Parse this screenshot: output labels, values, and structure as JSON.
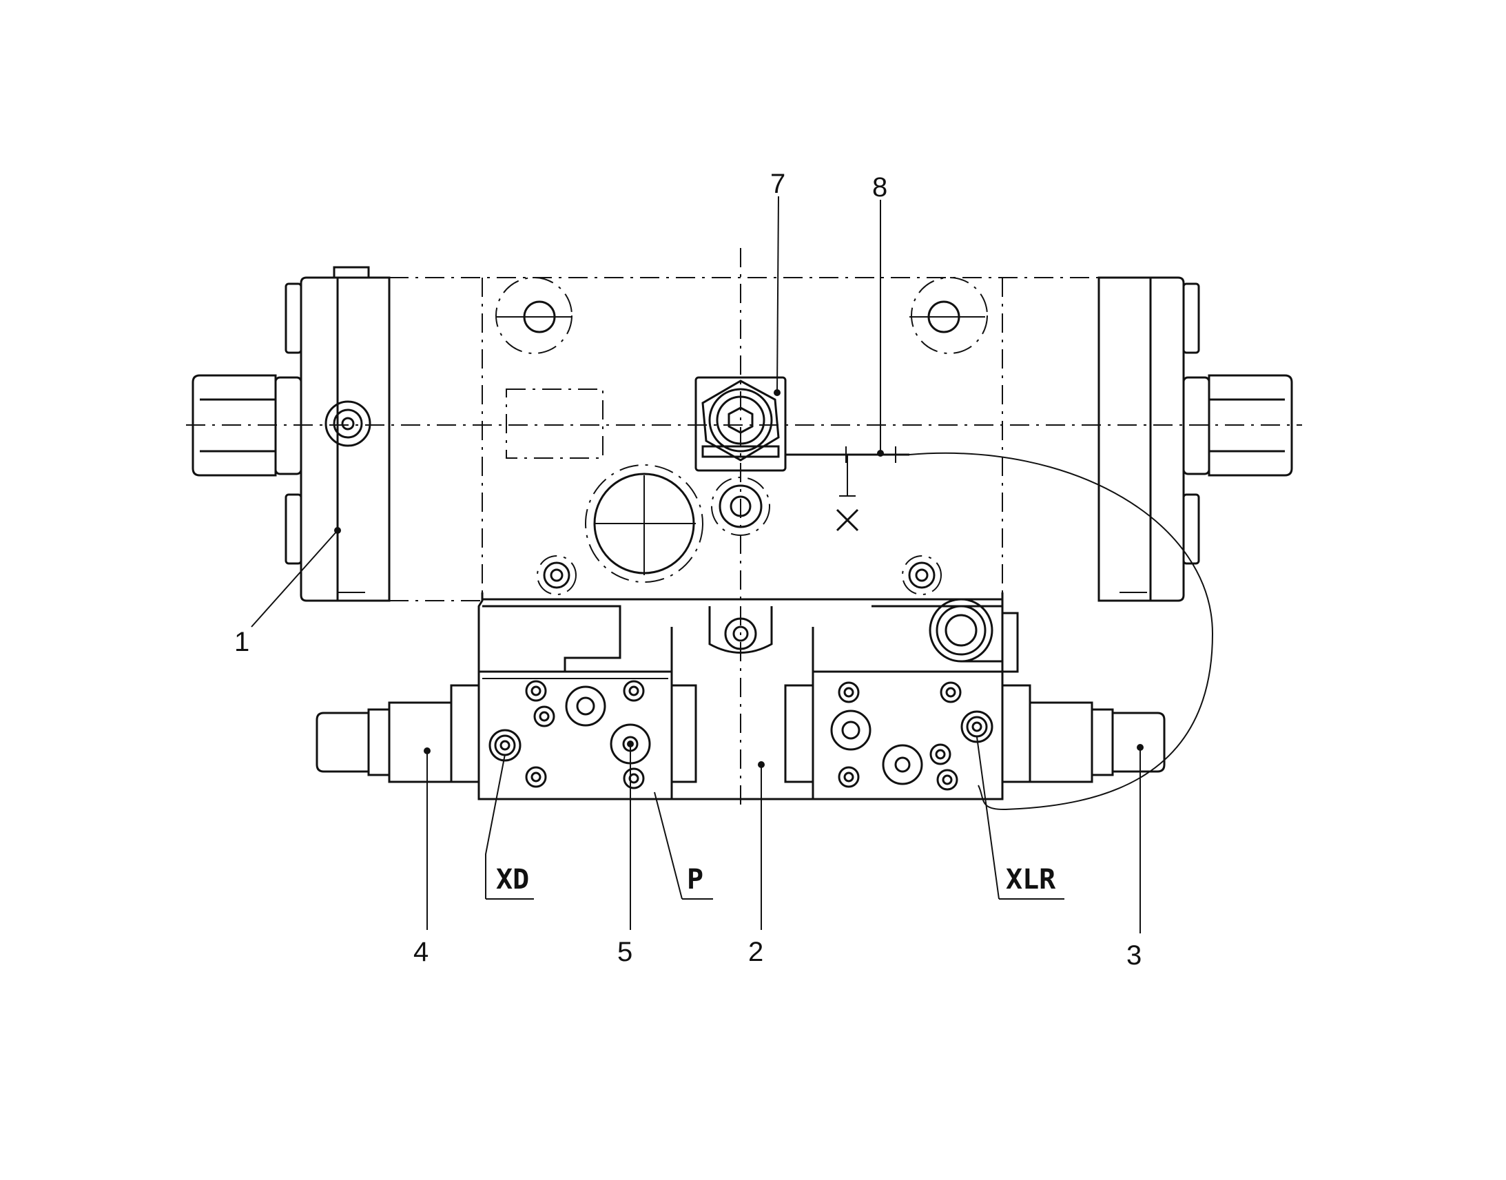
{
  "callouts": {
    "c1": "1",
    "c2": "2",
    "c3": "3",
    "c4": "4",
    "c5": "5",
    "c7": "7",
    "c8": "8"
  },
  "ports": {
    "xd": "XD",
    "p": "P",
    "xlr": "XLR"
  },
  "colors": {
    "ink": "#111111",
    "paper": "#ffffff"
  }
}
